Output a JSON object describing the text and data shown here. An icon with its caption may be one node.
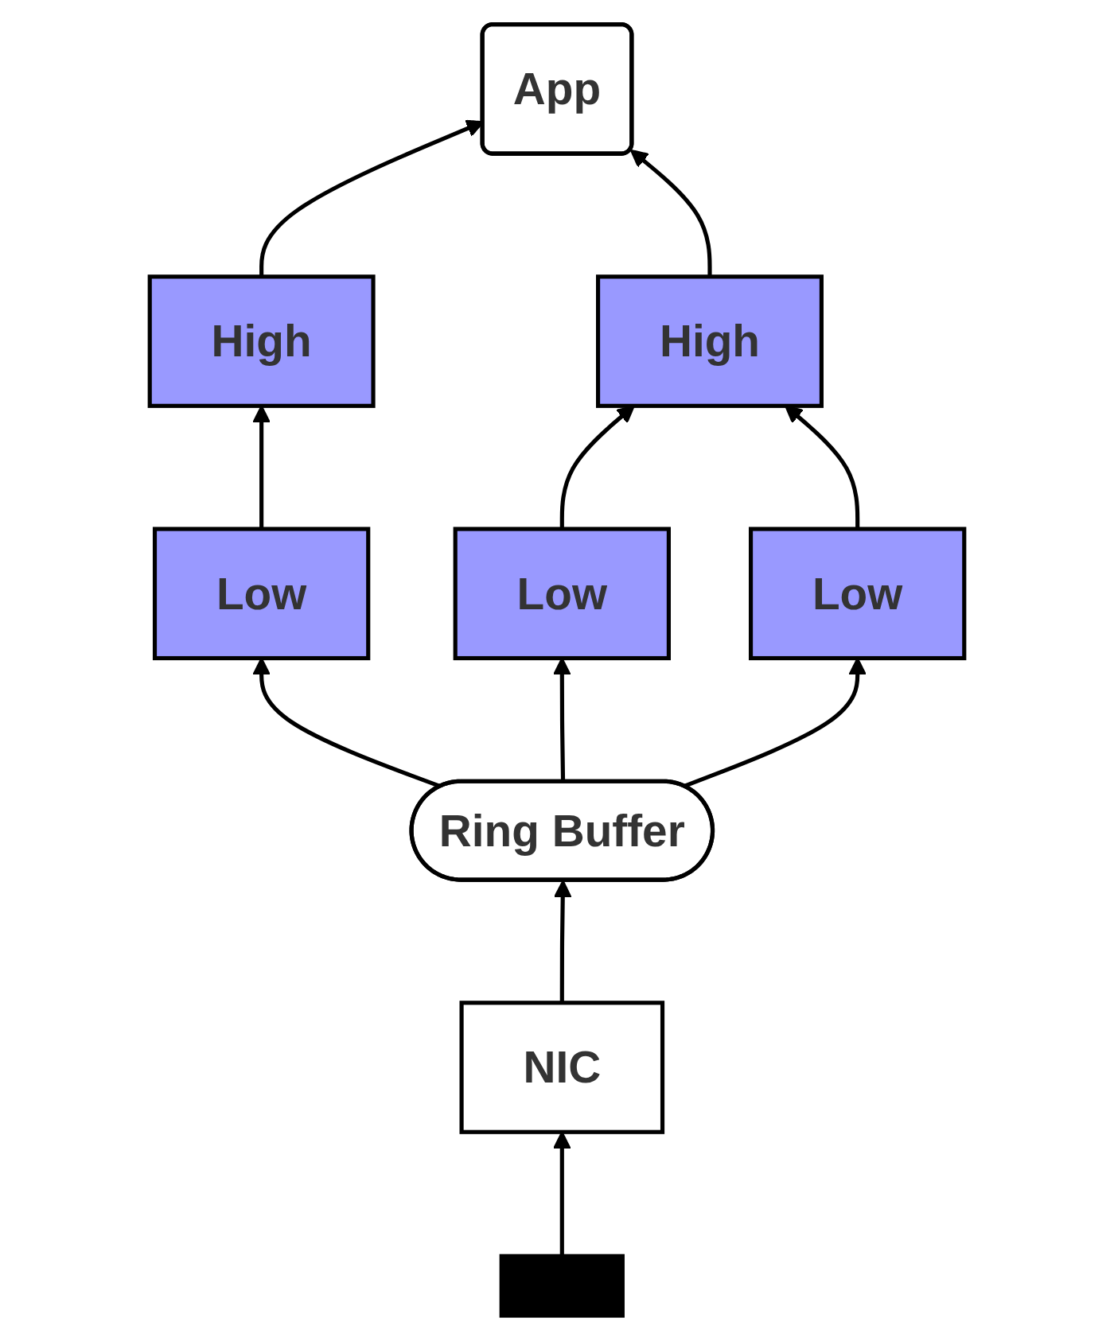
{
  "diagram": {
    "nodes": [
      {
        "text": [
          "App"
        ]
      },
      {
        "text": [
          "High"
        ]
      },
      {
        "text": [
          "High"
        ]
      },
      {
        "text": [
          "Low"
        ]
      },
      {
        "text": [
          "Low"
        ]
      },
      {
        "text": [
          "Low"
        ]
      },
      {
        "text": [
          "Ring Buffer"
        ]
      },
      {
        "text": [
          "NIC"
        ]
      },
      {
        "text": [],
        "shape": "bar"
      }
    ],
    "edges": [
      {
        "from": 1,
        "to": 0,
        "arrow": "to"
      },
      {
        "from": 2,
        "to": 0,
        "arrow": "to"
      },
      {
        "from": 3,
        "to": 1,
        "arrow": "to"
      },
      {
        "from": 4,
        "to": 2,
        "arrow": "to"
      },
      {
        "from": 5,
        "to": 2,
        "arrow": "to"
      },
      {
        "from": 6,
        "to": 3,
        "arrow": "to"
      },
      {
        "from": 6,
        "to": 4,
        "arrow": "to"
      },
      {
        "from": 6,
        "to": 5,
        "arrow": "to"
      },
      {
        "from": 7,
        "to": 6,
        "arrow": "to"
      },
      {
        "from": 8,
        "to": 7,
        "arrow": "to"
      }
    ]
  }
}
